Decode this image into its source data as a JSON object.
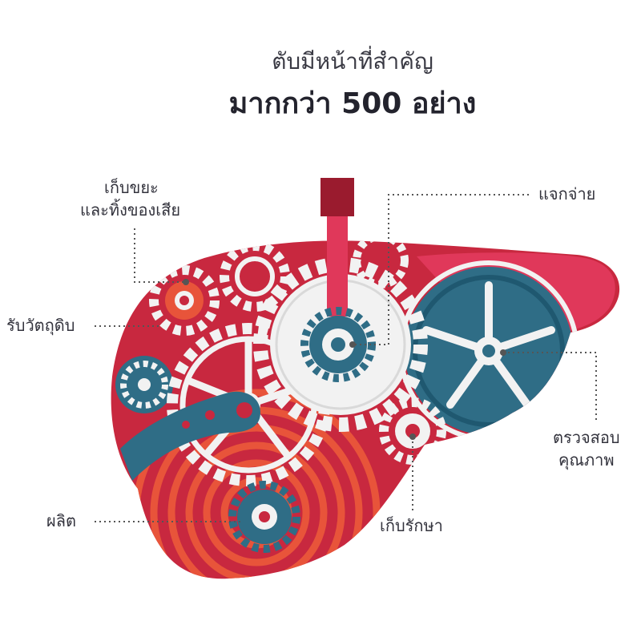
{
  "title": {
    "line1": "ตับมีหน้าที่สำคัญ",
    "line2": "มากกว่า 500 อย่าง"
  },
  "labels": {
    "waste_line1": "เก็บขยะ",
    "waste_line2": "และทิ้งของเสีย",
    "intake": "รับวัตถุดิบ",
    "produce": "ผลิต",
    "distribute": "แจกจ่าย",
    "quality_line1": "ตรวจสอบ",
    "quality_line2": "คุณภาพ",
    "storage": "เก็บรักษา"
  },
  "colors": {
    "liver_red": "#c8283f",
    "liver_pink": "#e0385a",
    "dark_red": "#9a1b2e",
    "teal": "#2f6d86",
    "orange": "#e8543a",
    "gear_white": "#f2f2f2",
    "text": "#33333d"
  }
}
